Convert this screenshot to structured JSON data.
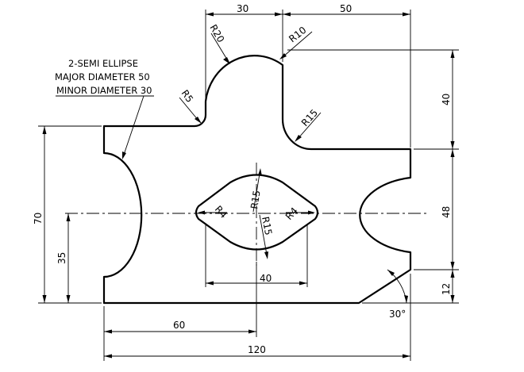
{
  "note": {
    "line1": "2-SEMI ELLIPSE",
    "line2": "MAJOR DIAMETER 50",
    "line3": "MINOR DIAMETER 30"
  },
  "dims": {
    "top_left": "30",
    "top_right": "50",
    "right_upper": "40",
    "right_middle": "48",
    "right_lower": "12",
    "left_overall": "70",
    "left_lower": "35",
    "slot_width": "40",
    "bottom_half": "60",
    "bottom_overall": "120",
    "angle": "30°"
  },
  "radii": {
    "r20": "R20",
    "r10": "R10",
    "r5": "R5",
    "r15_outer": "R15",
    "r15_slot_top": "R15",
    "r15_slot_bottom": "R15",
    "r4_left": "R4",
    "r4_right": "R4"
  },
  "colors": {
    "line": "#000000",
    "background": "#ffffff"
  }
}
